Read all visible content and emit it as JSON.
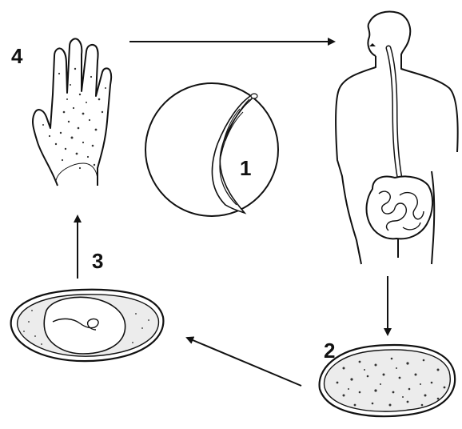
{
  "labels": {
    "step1": "1",
    "step2": "2",
    "step3": "3",
    "step4": "4"
  },
  "colors": {
    "ink": "#111111",
    "background": "#ffffff",
    "stipple": "#333333"
  },
  "icons": {
    "hand": "contaminated-hand-icon",
    "human": "human-digestive-tract-icon",
    "worm": "adult-pinworm-icon",
    "egg_uninfective": "uninfective-egg-icon",
    "egg_embryonated": "embryonated-egg-icon"
  }
}
